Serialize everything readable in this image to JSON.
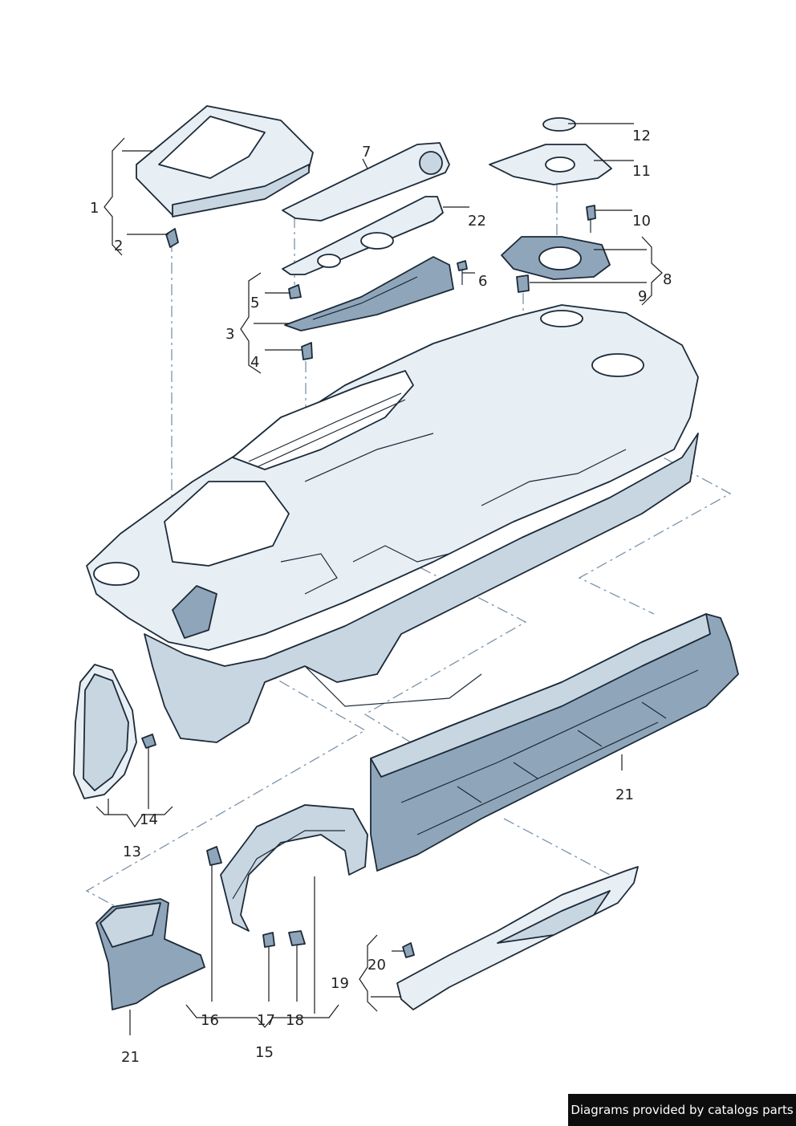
{
  "callouts": [
    "1",
    "2",
    "3",
    "4",
    "5",
    "6",
    "7",
    "8",
    "9",
    "10",
    "11",
    "12",
    "13",
    "14",
    "15",
    "16",
    "17",
    "18",
    "19",
    "20",
    "21",
    "21",
    "22"
  ],
  "footer_text": "Diagrams provided by catalogs parts",
  "colors": {
    "part_fill": "#e7eef4",
    "part_shade": "#c8d6e2",
    "outline": "#1c2a38",
    "dash_line": "#7d93a8",
    "footer_bg": "#0d0d0d"
  }
}
